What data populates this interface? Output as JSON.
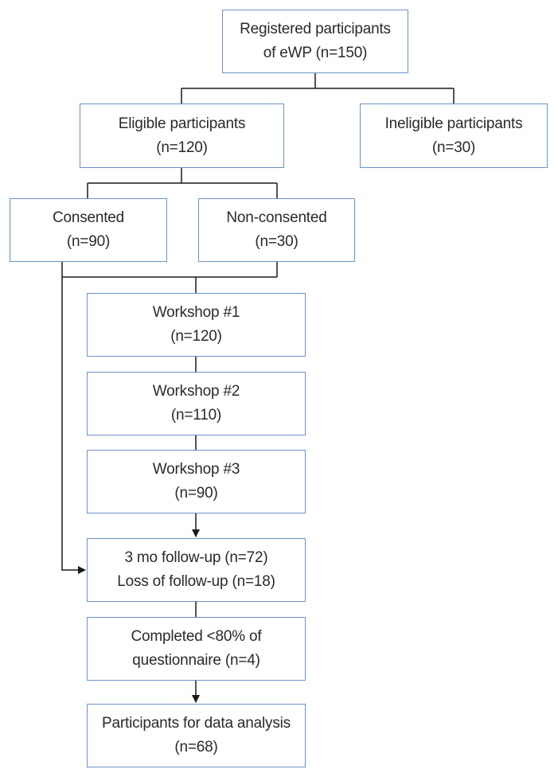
{
  "flowchart": {
    "registered": {
      "line1": "Registered participants",
      "line2": "of eWP (n=150)"
    },
    "eligible": {
      "line1": "Eligible participants",
      "line2": "(n=120)"
    },
    "ineligible": {
      "line1": "Ineligible participants",
      "line2": "(n=30)"
    },
    "consented": {
      "line1": "Consented",
      "line2": "(n=90)"
    },
    "non_consented": {
      "line1": "Non-consented",
      "line2": "(n=30)"
    },
    "workshop1": {
      "line1": "Workshop #1",
      "line2": "(n=120)"
    },
    "workshop2": {
      "line1": "Workshop #2",
      "line2": "(n=110)"
    },
    "workshop3": {
      "line1": "Workshop #3",
      "line2": "(n=90)"
    },
    "followup": {
      "line1": "3 mo follow-up (n=72)",
      "line2": "Loss of follow-up (n=18)"
    },
    "completed": {
      "line1": "Completed <80% of",
      "line2": "questionnaire (n=4)"
    },
    "analysis": {
      "line1": "Participants for data analysis",
      "line2": "(n=68)"
    }
  },
  "colors": {
    "box_border": "#6b93c8",
    "connector": "#1a1a1a",
    "text": "#2a2a2a"
  }
}
